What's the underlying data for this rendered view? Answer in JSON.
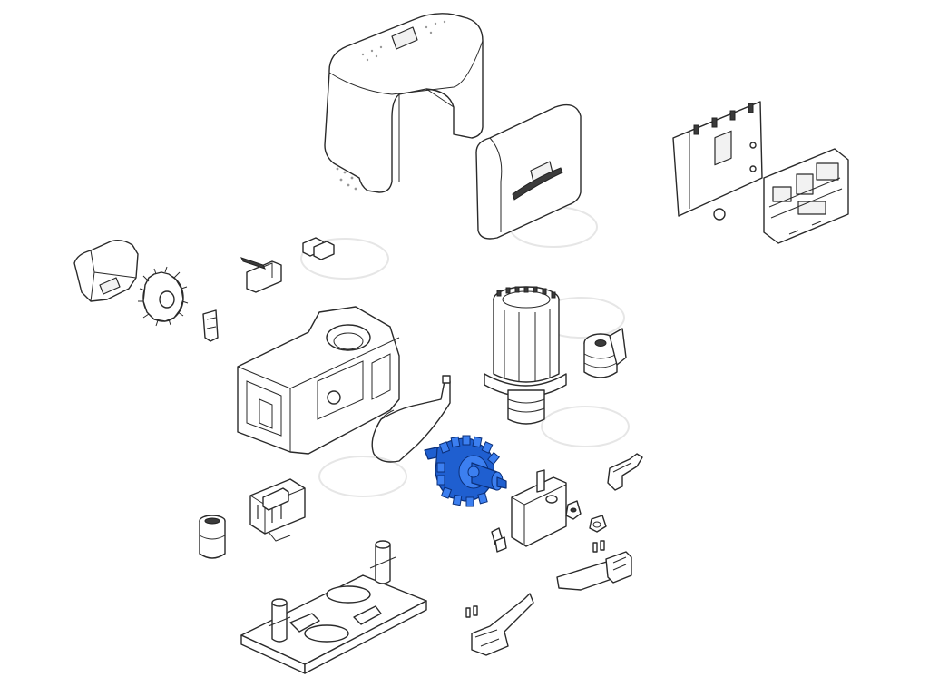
{
  "diagram": {
    "type": "exploded-parts-view",
    "highlight_color": "#1f5fd0",
    "line_color": "#2a2a2a",
    "highlighted_part": "drive-gear-shaft-assembly",
    "parts": [
      {
        "name": "motor-top-cover",
        "highlighted": false
      },
      {
        "name": "front-cover-panel",
        "highlighted": false
      },
      {
        "name": "control-board",
        "highlighted": false
      },
      {
        "name": "electronic-module",
        "highlighted": false
      },
      {
        "name": "pinion-guard",
        "highlighted": false
      },
      {
        "name": "drive-pinion",
        "highlighted": false
      },
      {
        "name": "small-clip",
        "highlighted": false
      },
      {
        "name": "key-release-lever",
        "highlighted": false
      },
      {
        "name": "terminal-block",
        "highlighted": false
      },
      {
        "name": "gearbox-housing",
        "highlighted": false
      },
      {
        "name": "gasket",
        "highlighted": false
      },
      {
        "name": "electric-motor",
        "highlighted": false
      },
      {
        "name": "motor-pulley",
        "highlighted": false
      },
      {
        "name": "drive-gear-shaft-assembly",
        "highlighted": true
      },
      {
        "name": "transformer",
        "highlighted": false
      },
      {
        "name": "capacitor",
        "highlighted": false
      },
      {
        "name": "limit-switch-cover",
        "highlighted": false
      },
      {
        "name": "release-key",
        "highlighted": false
      },
      {
        "name": "screw",
        "highlighted": false
      },
      {
        "name": "foundation-plate",
        "highlighted": false
      },
      {
        "name": "limit-switch-bracket-left",
        "highlighted": false
      },
      {
        "name": "limit-switch-bracket-right",
        "highlighted": false
      },
      {
        "name": "small-connectors",
        "highlighted": false
      },
      {
        "name": "pins",
        "highlighted": false
      }
    ]
  }
}
